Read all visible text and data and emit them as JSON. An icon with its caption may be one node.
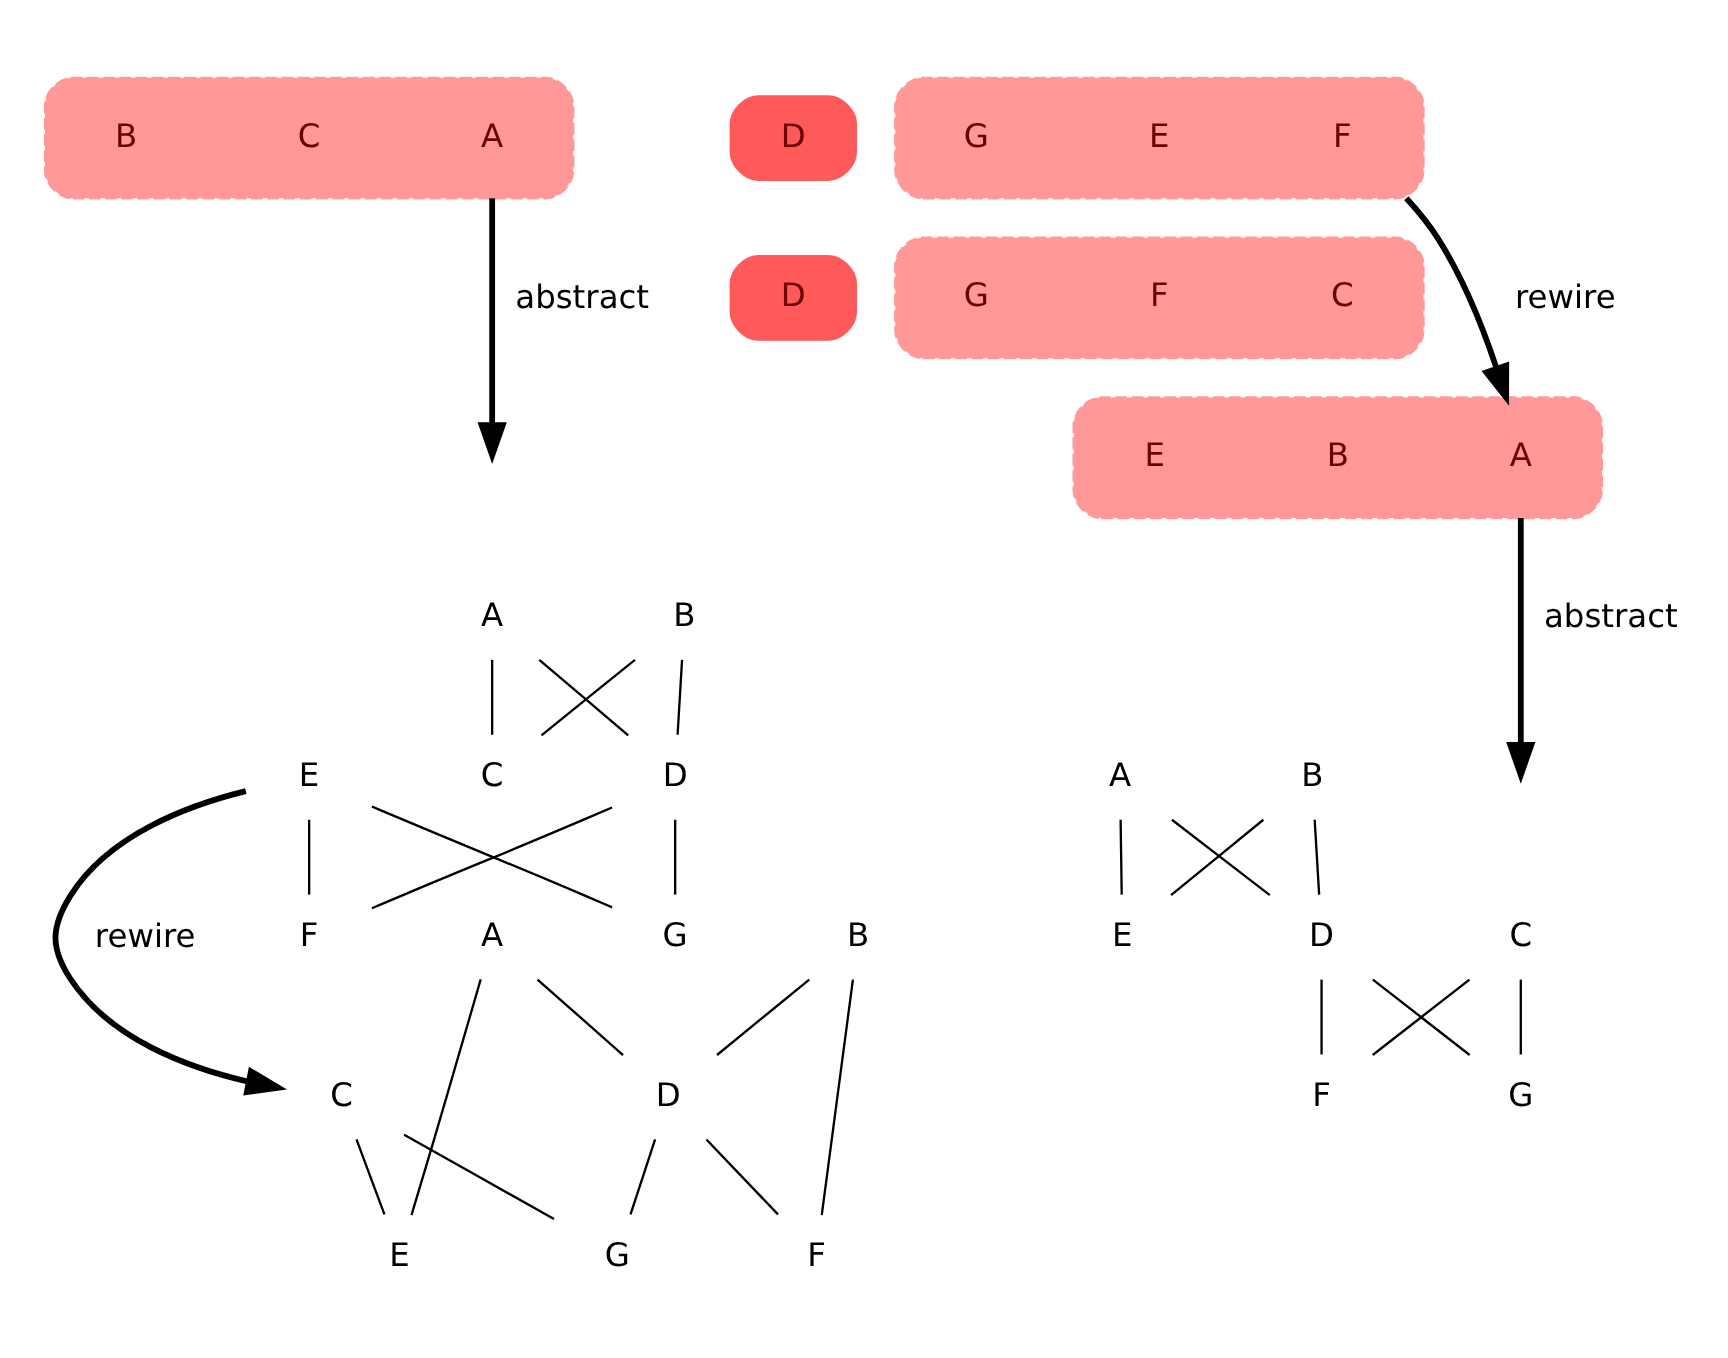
{
  "diagram": {
    "nodes": [
      {
        "text": [],
        "shape": "box"
      },
      {
        "text": [],
        "shape": "box"
      },
      {
        "text": [
          "A"
        ],
        "in": 0
      },
      {
        "text": [
          "C"
        ],
        "in": 0
      },
      {
        "text": [
          "B"
        ],
        "in": 0
      },
      {
        "text": [
          "D"
        ]
      },
      {
        "text": [
          "F"
        ],
        "in": 1
      },
      {
        "text": [
          "E"
        ],
        "in": 1
      },
      {
        "text": [
          "G"
        ],
        "in": 1
      },
      {
        "text": [
          "A"
        ]
      },
      {
        "text": [
          "C"
        ]
      },
      {
        "text": [
          "B"
        ]
      },
      {
        "text": [
          "D"
        ]
      },
      {
        "text": [
          "F"
        ]
      },
      {
        "text": [
          "E"
        ]
      },
      {
        "text": [
          "G"
        ]
      },
      {
        "text": [],
        "shape": "box"
      },
      {
        "text": [],
        "shape": "box"
      },
      {
        "text": [
          "A"
        ],
        "in": 16
      },
      {
        "text": [
          "C"
        ],
        "in": 17
      },
      {
        "text": [
          "B"
        ],
        "in": 16
      },
      {
        "text": [
          "D"
        ]
      },
      {
        "text": [
          "F"
        ],
        "in": 17
      },
      {
        "text": [
          "E"
        ],
        "in": 16
      },
      {
        "text": [
          "G"
        ],
        "in": 17
      },
      {
        "text": [
          "A"
        ]
      },
      {
        "text": [
          "C"
        ]
      },
      {
        "text": [
          "B"
        ]
      },
      {
        "text": [
          "D"
        ]
      },
      {
        "text": [
          "F"
        ]
      },
      {
        "text": [
          "E"
        ]
      },
      {
        "text": [
          "G"
        ]
      },
      {
        "text": [
          "A"
        ]
      },
      {
        "text": [
          "C"
        ]
      },
      {
        "text": [
          "B"
        ]
      },
      {
        "text": [
          "D"
        ]
      },
      {
        "text": [
          "F"
        ]
      },
      {
        "text": [
          "E"
        ]
      },
      {
        "text": [
          "G"
        ]
      }
    ],
    "edges": [
      {
        "from": 0,
        "to": null,
        "arrow": "to",
        "label": "abstract",
        "style": "thick"
      },
      {
        "from": 1,
        "to": 16,
        "arrow": "to",
        "label": "rewire",
        "style": "thick"
      },
      {
        "from": 9,
        "to": 10,
        "arrow": "none"
      },
      {
        "from": 9,
        "to": 12,
        "arrow": "none"
      },
      {
        "from": 11,
        "to": 10,
        "arrow": "none"
      },
      {
        "from": 11,
        "to": 12,
        "arrow": "none"
      },
      {
        "from": 12,
        "to": 13,
        "arrow": "none"
      },
      {
        "from": 12,
        "to": 15,
        "arrow": "none"
      },
      {
        "from": 14,
        "to": 13,
        "arrow": "none"
      },
      {
        "from": 14,
        "to": 15,
        "arrow": "none"
      },
      {
        "from": 14,
        "to": 26,
        "arrow": "to",
        "label": "rewire",
        "style": "thick"
      },
      {
        "from": 25,
        "to": 28,
        "arrow": "none"
      },
      {
        "from": 25,
        "to": 30,
        "arrow": "none"
      },
      {
        "from": 27,
        "to": 28,
        "arrow": "none"
      },
      {
        "from": 27,
        "to": 29,
        "arrow": "none"
      },
      {
        "from": 26,
        "to": 30,
        "arrow": "none"
      },
      {
        "from": 26,
        "to": 31,
        "arrow": "none"
      },
      {
        "from": 28,
        "to": 29,
        "arrow": "none"
      },
      {
        "from": 28,
        "to": 31,
        "arrow": "none"
      },
      {
        "from": 16,
        "to": null,
        "arrow": "to",
        "label": "abstract",
        "style": "thick"
      },
      {
        "from": 32,
        "to": 35,
        "arrow": "none"
      },
      {
        "from": 32,
        "to": 37,
        "arrow": "none"
      },
      {
        "from": 34,
        "to": 35,
        "arrow": "none"
      },
      {
        "from": 34,
        "to": 37,
        "arrow": "none"
      },
      {
        "from": 33,
        "to": 36,
        "arrow": "none"
      },
      {
        "from": 33,
        "to": 38,
        "arrow": "none"
      },
      {
        "from": 35,
        "to": 36,
        "arrow": "none"
      },
      {
        "from": 35,
        "to": 38,
        "arrow": "none"
      }
    ]
  }
}
